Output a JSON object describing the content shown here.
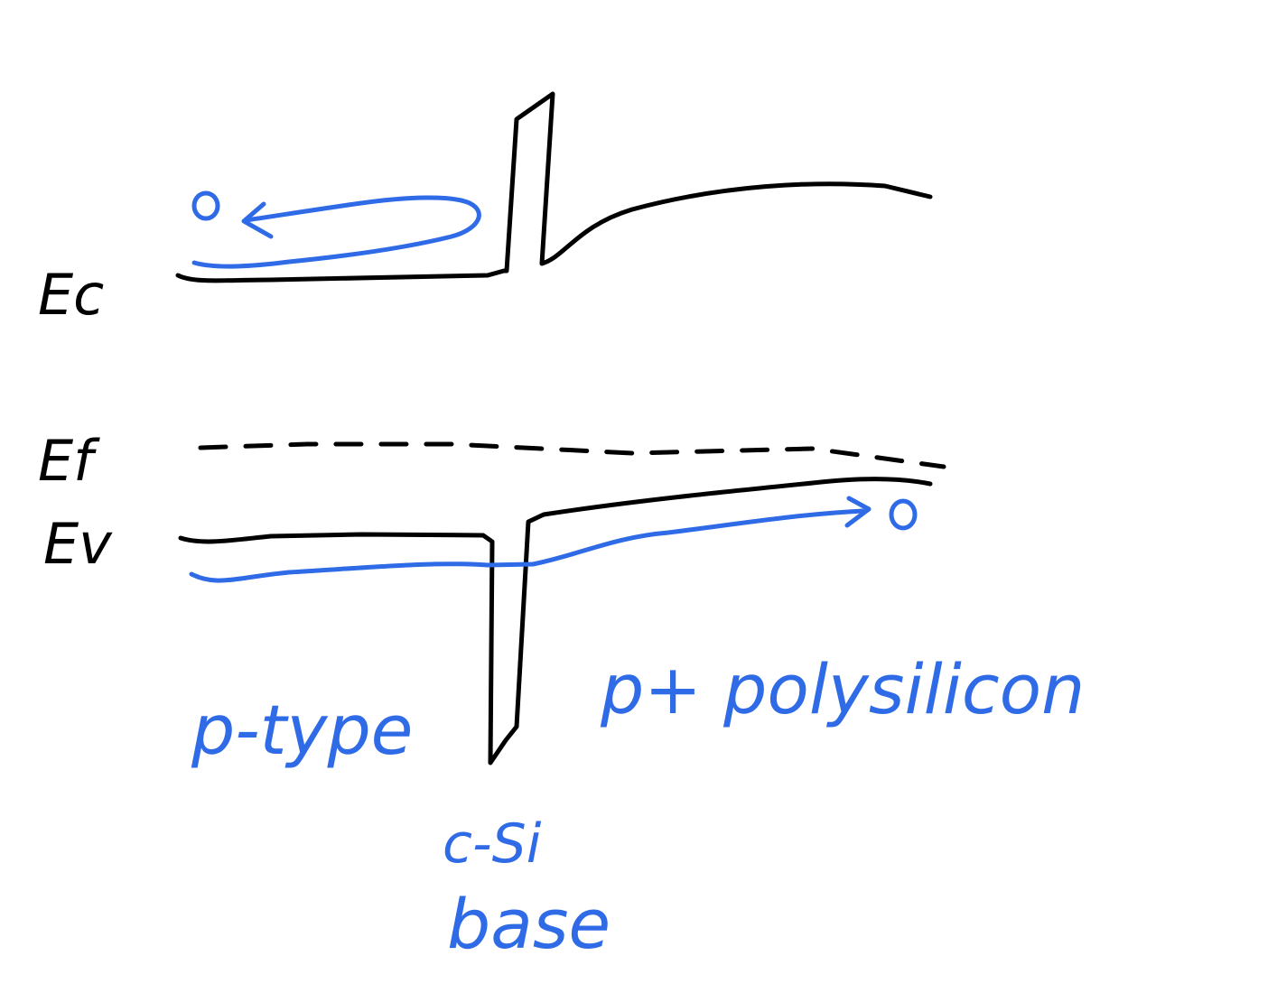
{
  "labels": {
    "ec": "Ec",
    "ef": "Ef",
    "ev": "Ev",
    "left_region": "p-type",
    "right_region": "p+ polysilicon",
    "center_region_line1": "c-Si",
    "center_region_line2": "base"
  },
  "colors": {
    "ink": "#000000",
    "annotation": "#2f6be6",
    "background": "#ffffff"
  }
}
